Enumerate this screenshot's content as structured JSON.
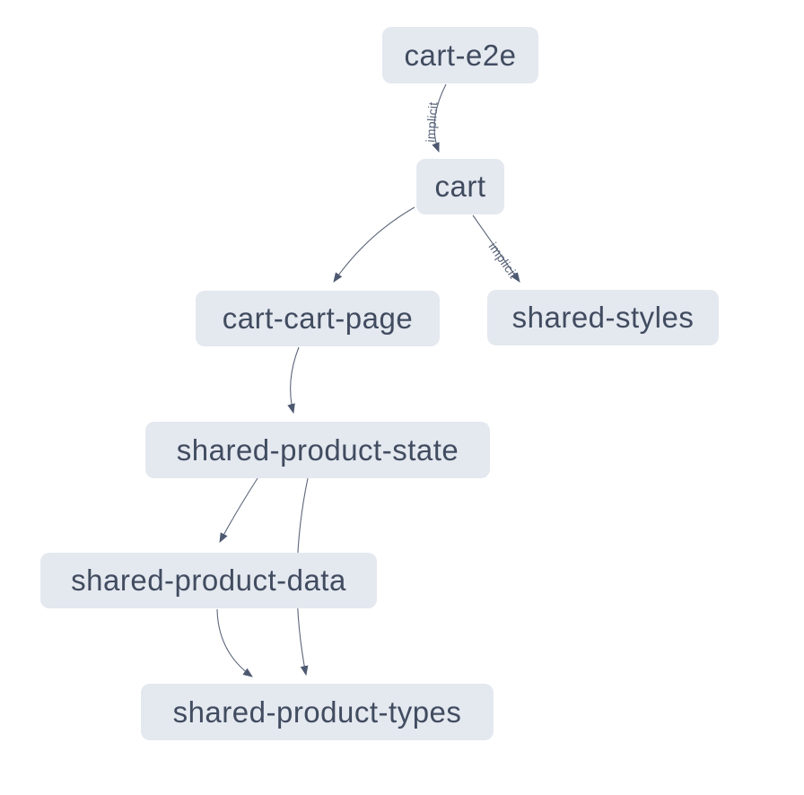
{
  "diagram": {
    "type": "project-dependency-graph",
    "colors": {
      "background": "#ffffff",
      "node_fill": "#e4e8ef",
      "node_text": "#414c60",
      "edge": "#5c6679",
      "arrowhead": "#4d5970",
      "edge_label": "#59637a"
    },
    "nodes": [
      {
        "id": "cart-e2e",
        "label": "cart-e2e"
      },
      {
        "id": "cart",
        "label": "cart"
      },
      {
        "id": "cart-cart-page",
        "label": "cart-cart-page"
      },
      {
        "id": "shared-styles",
        "label": "shared-styles"
      },
      {
        "id": "shared-product-state",
        "label": "shared-product-state"
      },
      {
        "id": "shared-product-data",
        "label": "shared-product-data"
      },
      {
        "id": "shared-product-types",
        "label": "shared-product-types"
      }
    ],
    "edges": [
      {
        "from": "cart-e2e",
        "to": "cart",
        "label": "implicit"
      },
      {
        "from": "cart",
        "to": "cart-cart-page",
        "label": ""
      },
      {
        "from": "cart",
        "to": "shared-styles",
        "label": "implicit"
      },
      {
        "from": "cart-cart-page",
        "to": "shared-product-state",
        "label": ""
      },
      {
        "from": "shared-product-state",
        "to": "shared-product-data",
        "label": ""
      },
      {
        "from": "shared-product-state",
        "to": "shared-product-types",
        "label": ""
      },
      {
        "from": "shared-product-data",
        "to": "shared-product-types",
        "label": ""
      }
    ]
  }
}
